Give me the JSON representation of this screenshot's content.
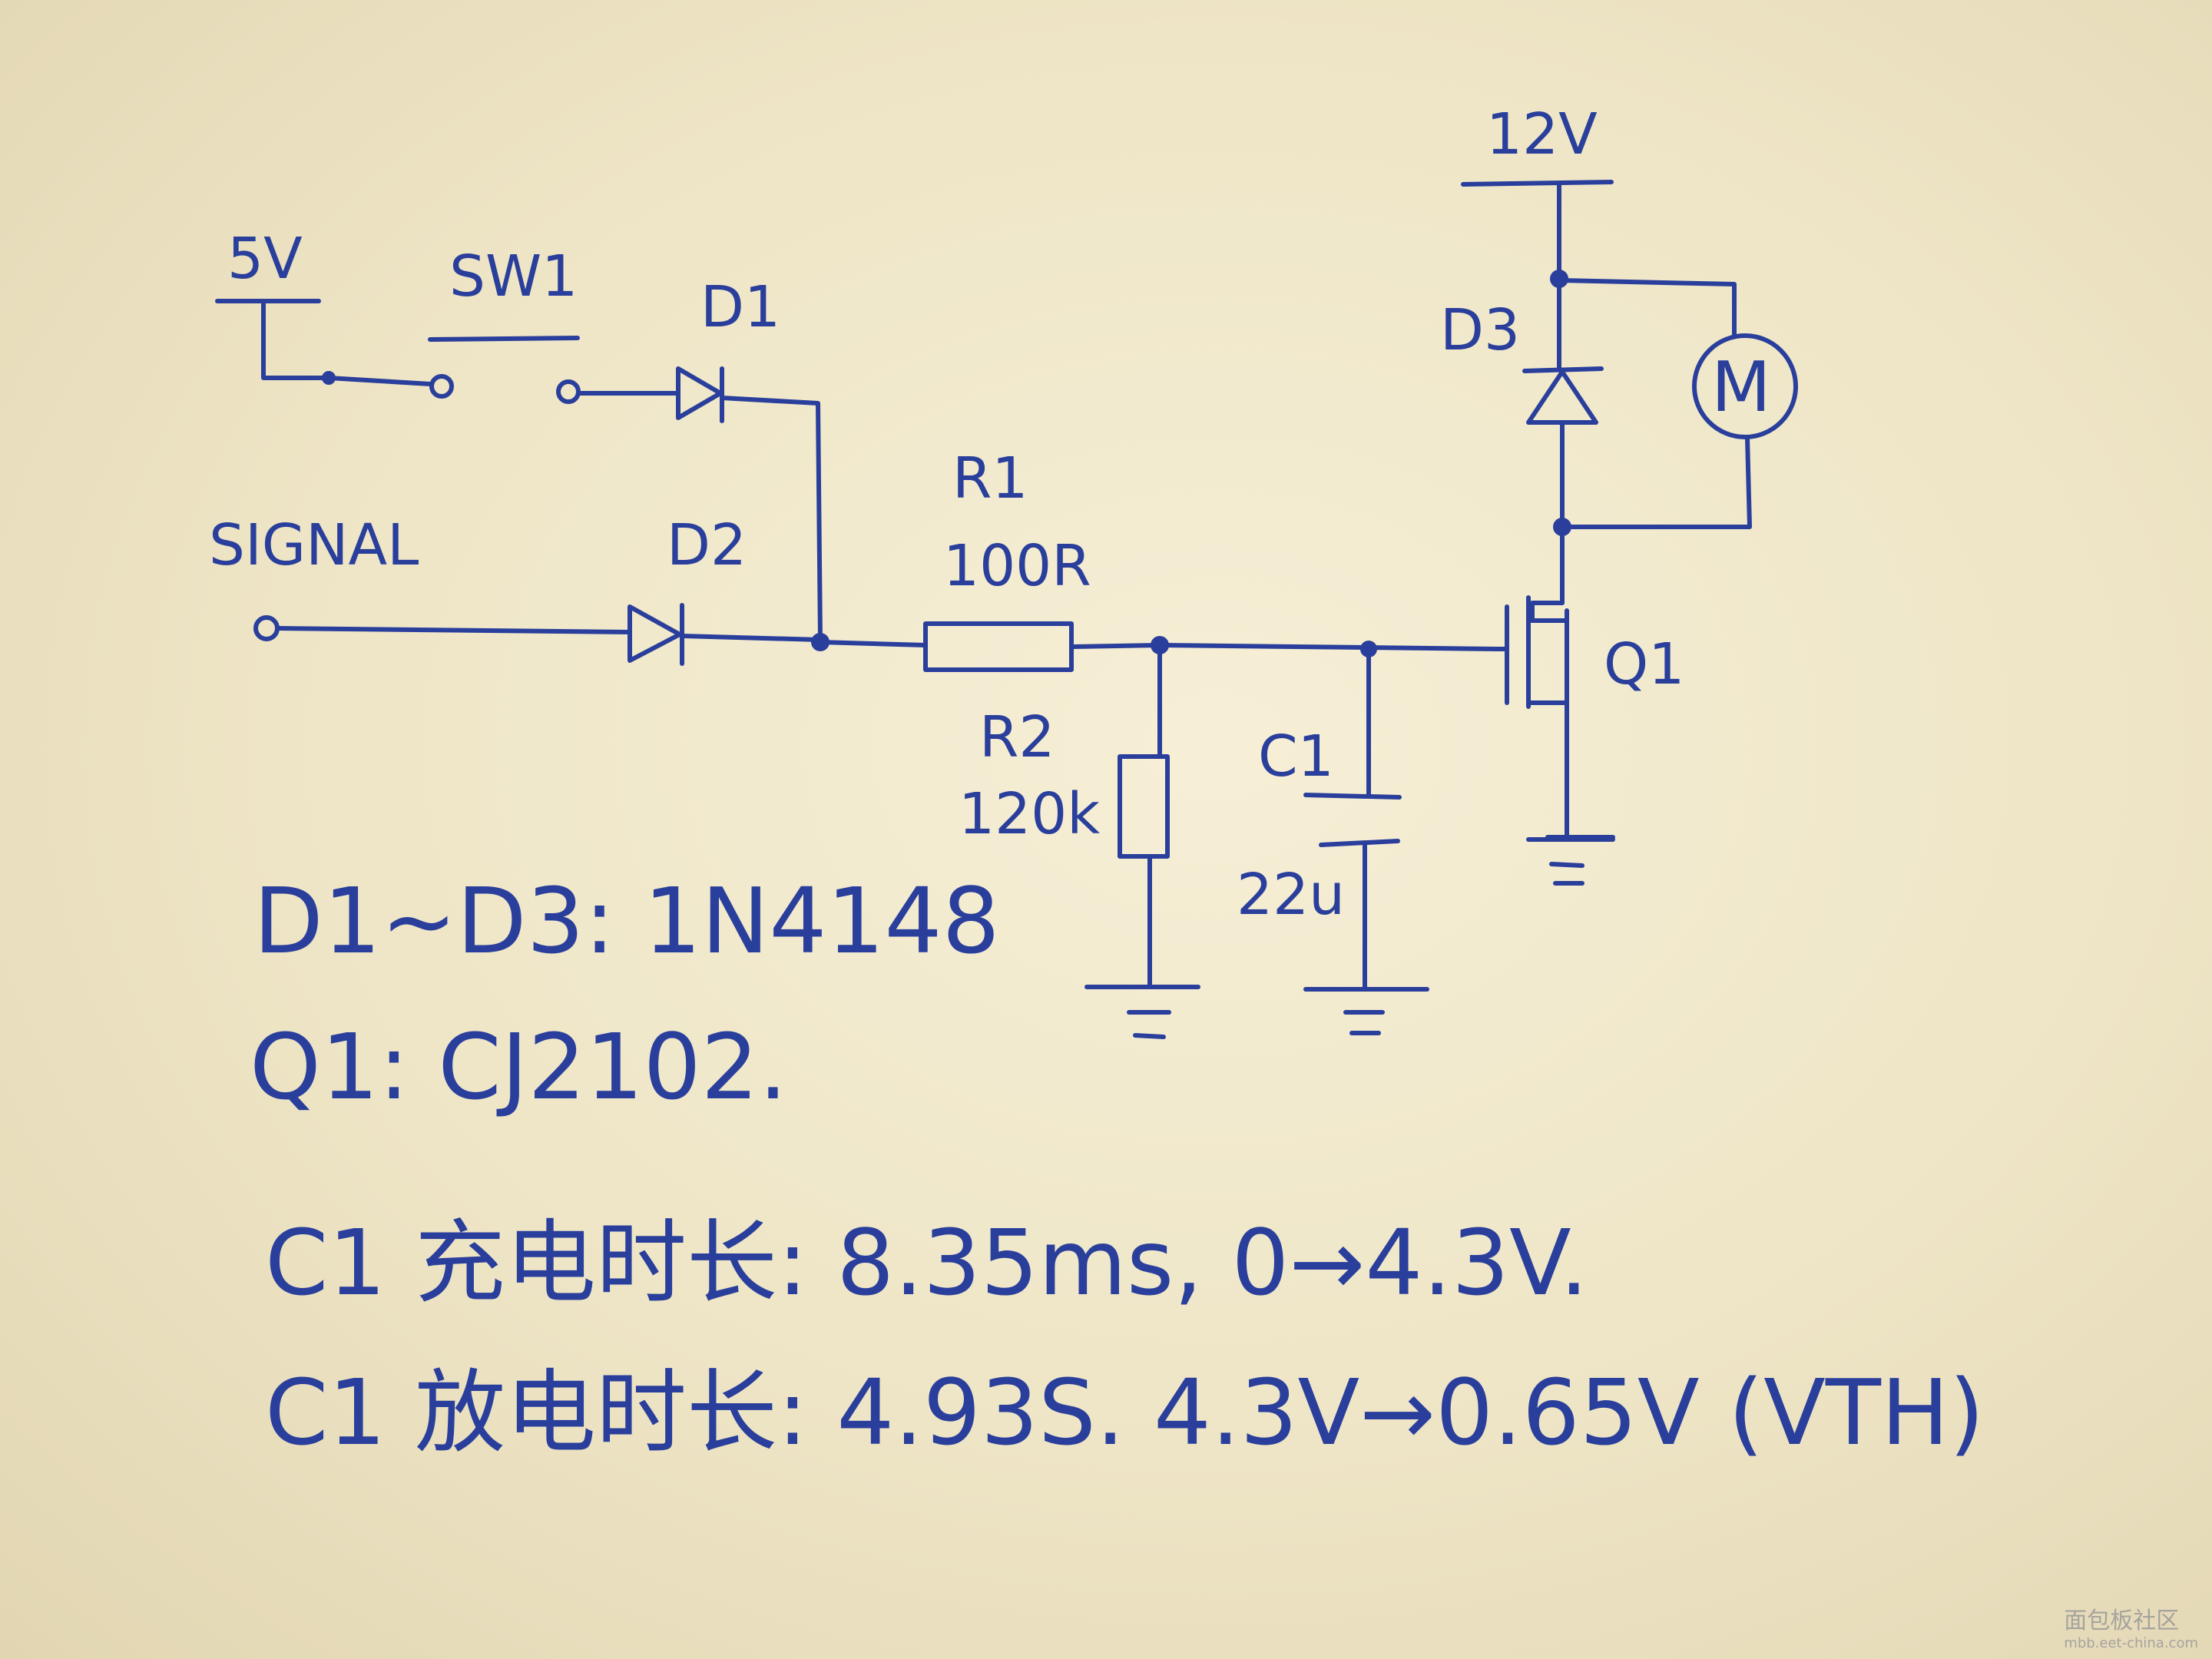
{
  "labels": {
    "v5": "5V",
    "sw1": "SW1",
    "d1": "D1",
    "signal": "SIGNAL",
    "d2": "D2",
    "r1_name": "R1",
    "r1_value": "100R",
    "r2_name": "R2",
    "r2_value": "120k",
    "c1_name": "C1",
    "c1_value": "22u",
    "v12": "12V",
    "d3": "D3",
    "motor": "M",
    "q1": "Q1"
  },
  "notes": {
    "diodes": "D1~D3: 1N4148",
    "transistor": "Q1: CJ2102.",
    "charge": "C1 充电时长: 8.35ms, 0→4.3V.",
    "discharge": "C1 放电时长: 4.93S. 4.3V→0.65V (VTH)"
  },
  "watermark": {
    "text": "面包板社区",
    "url": "mbb.eet-china.com"
  },
  "colors": {
    "ink": "#2a3f9c",
    "paper": "#efe6c8"
  }
}
